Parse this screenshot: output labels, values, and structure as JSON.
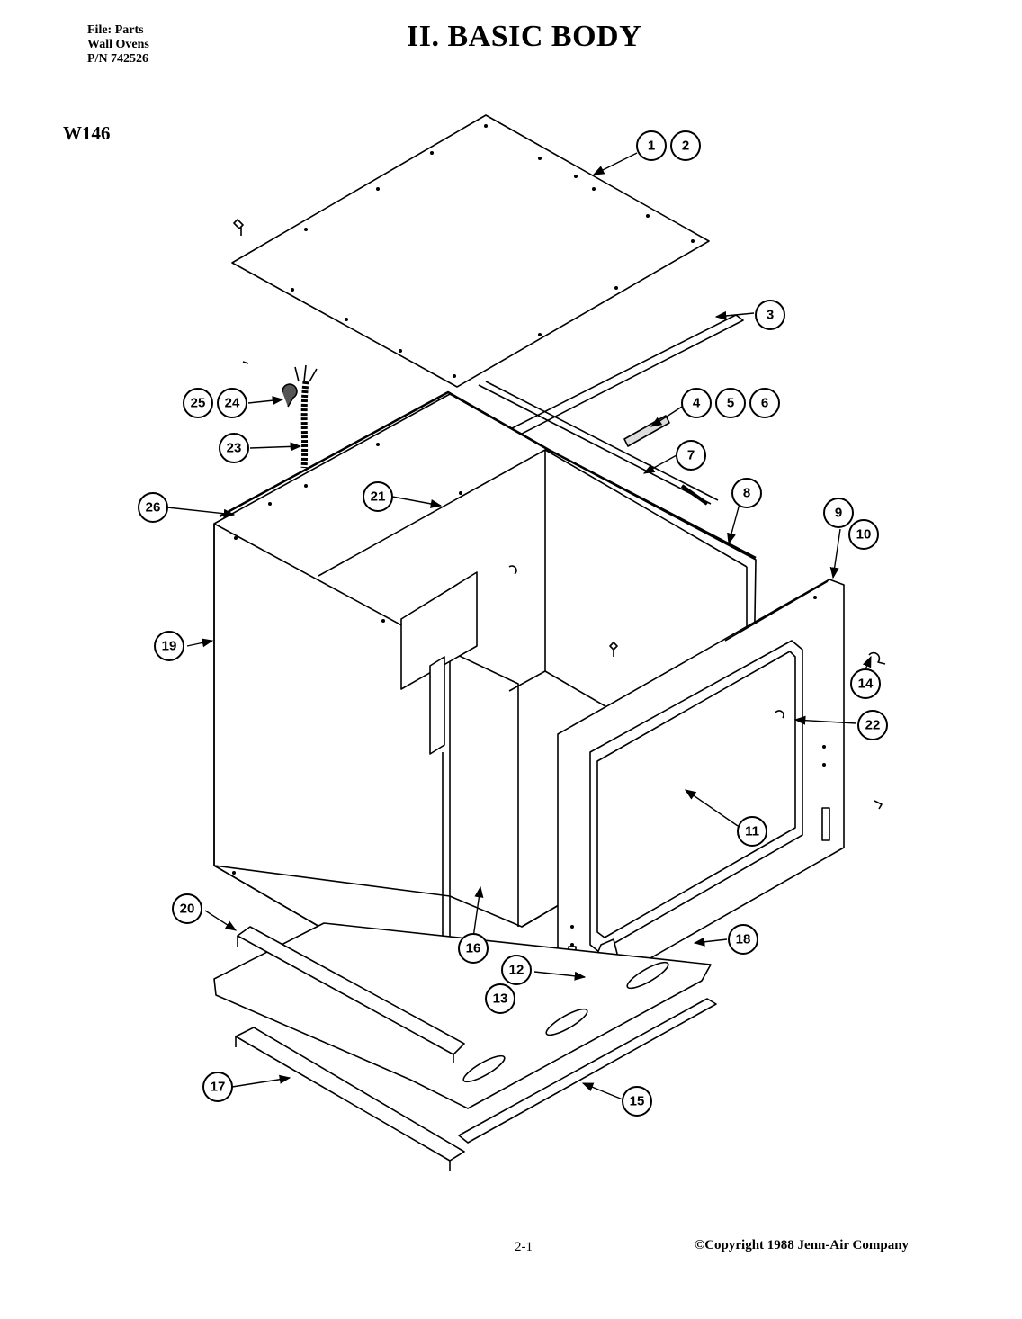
{
  "header": {
    "file_line": "File: Parts",
    "product_line": "Wall Ovens",
    "part_number_line": "P/N 742526",
    "title": "II. BASIC BODY",
    "model": "W146"
  },
  "callouts": [
    "1",
    "2",
    "3",
    "4",
    "5",
    "6",
    "7",
    "8",
    "9",
    "10",
    "11",
    "12",
    "13",
    "14",
    "15",
    "16",
    "17",
    "18",
    "19",
    "20",
    "21",
    "22",
    "23",
    "24",
    "25",
    "26"
  ],
  "footer": {
    "page_number": "2-1",
    "copyright": "©Copyright 1988 Jenn-Air Company"
  }
}
